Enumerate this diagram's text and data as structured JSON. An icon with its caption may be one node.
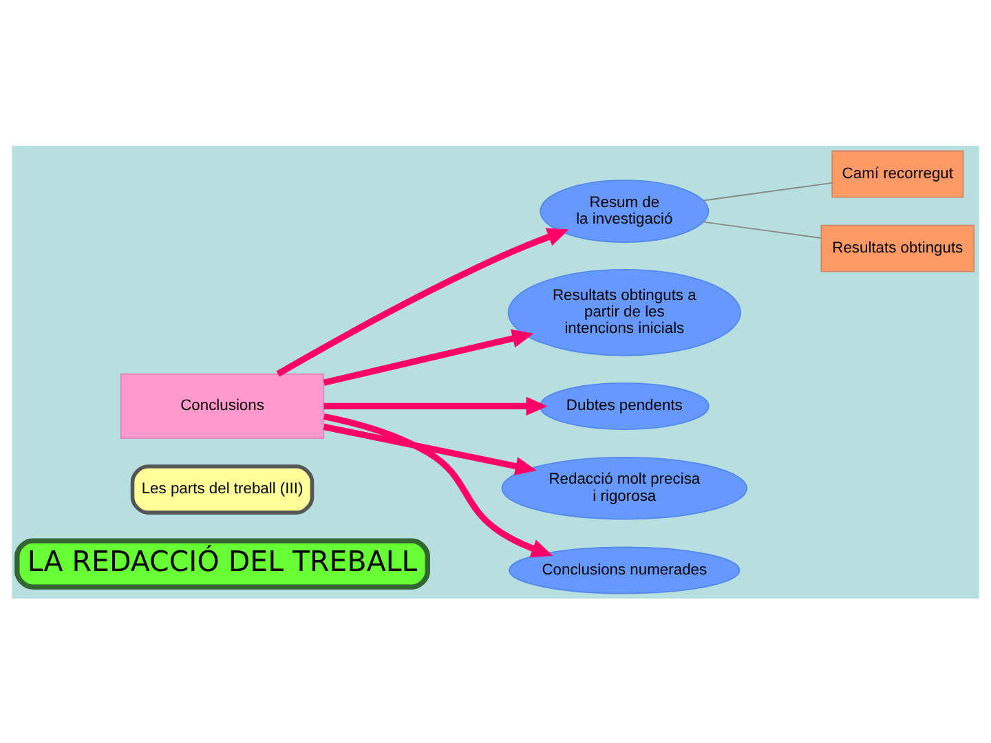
{
  "diagram": {
    "nodes": [
      {
        "text": [
          "LA REDACCIÓ DEL TREBALL"
        ]
      },
      {
        "text": [
          "Les parts del treball (III)"
        ]
      },
      {
        "text": [
          "Camí recorregut"
        ]
      },
      {
        "text": [
          "Resultats obtinguts"
        ]
      },
      {
        "text": [
          "Resum de la investigació"
        ]
      },
      {
        "text": [
          "Resultats obtinguts a partir de les intencions inicials"
        ]
      },
      {
        "text": [
          "Conclusions"
        ]
      },
      {
        "text": [
          "Dubtes pendents"
        ]
      },
      {
        "text": [
          "Redacció molt precisa i rigorosa"
        ]
      },
      {
        "text": [
          "Conclusions numerades"
        ]
      }
    ],
    "edges": [
      {
        "from": 4,
        "to": 2,
        "arrow": "none",
        "color": "#888888"
      },
      {
        "from": 4,
        "to": 3,
        "arrow": "none",
        "color": "#888888"
      },
      {
        "from": 6,
        "to": 4,
        "arrow": "to"
      },
      {
        "from": 6,
        "to": 5,
        "arrow": "to"
      },
      {
        "from": 6,
        "to": 7,
        "arrow": "to"
      },
      {
        "from": 6,
        "to": 8,
        "arrow": "to"
      },
      {
        "from": 6,
        "to": 9,
        "arrow": "to"
      }
    ]
  }
}
